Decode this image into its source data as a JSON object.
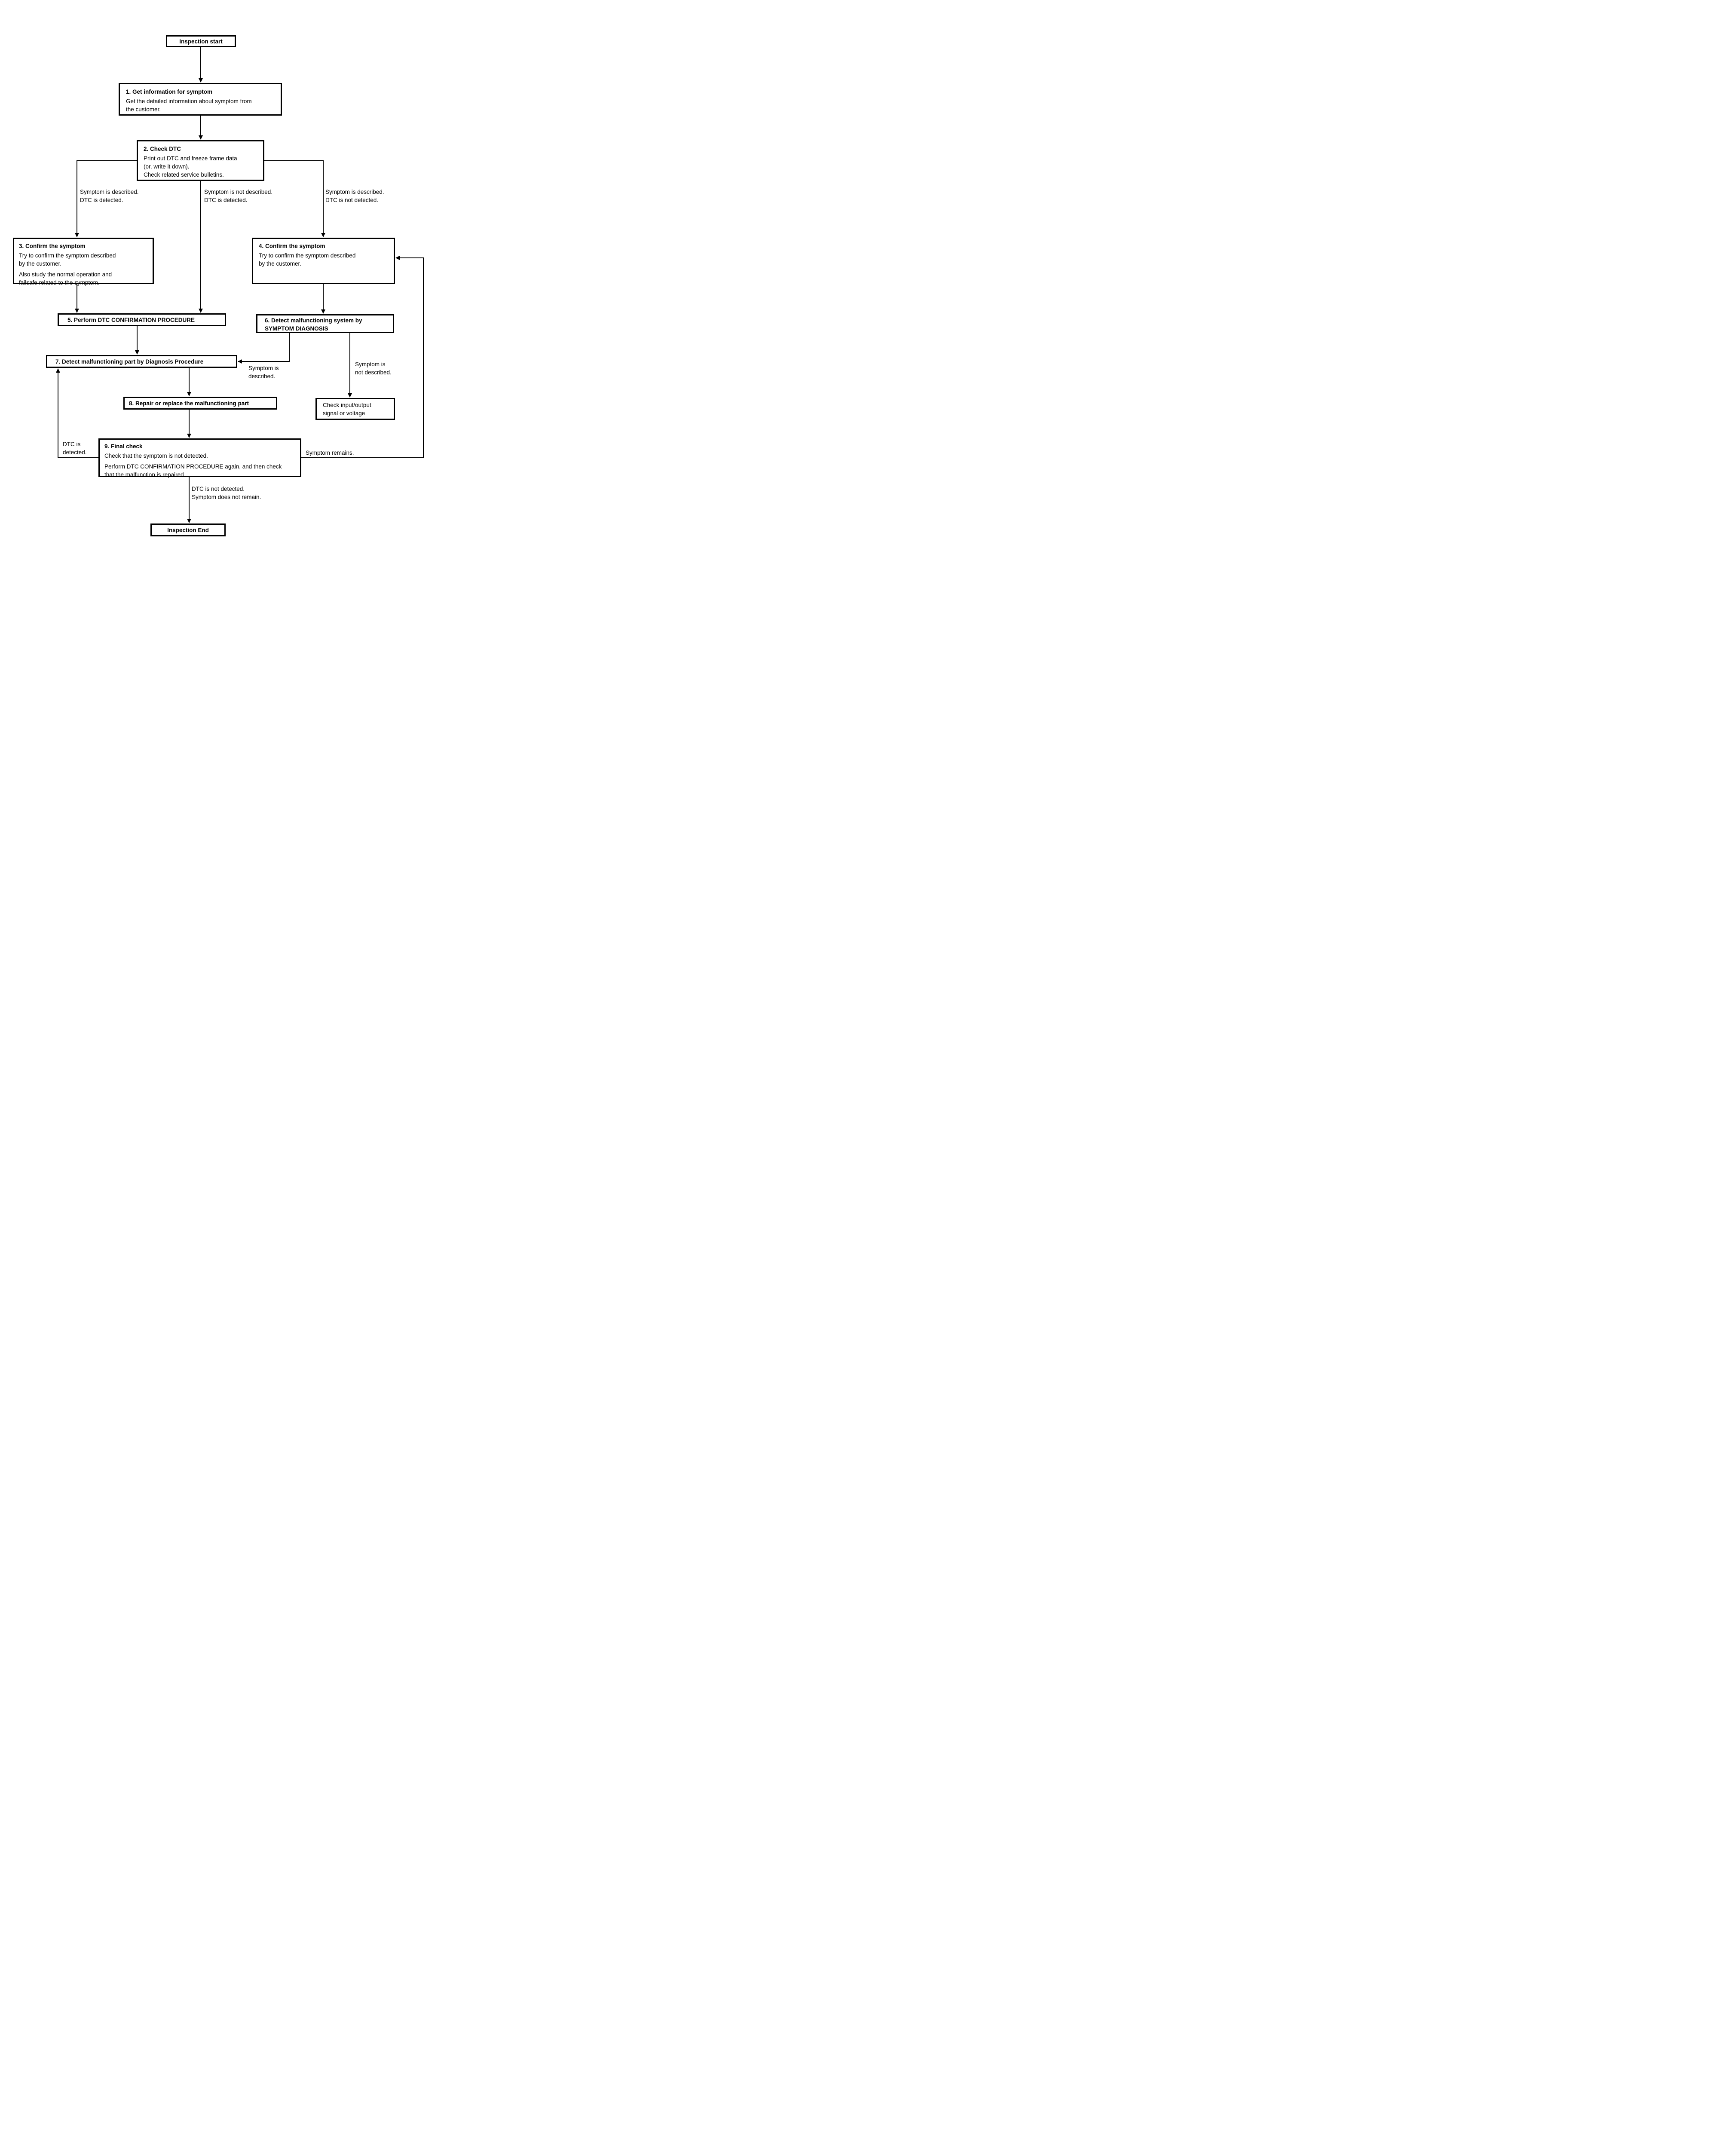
{
  "nodes": {
    "start": {
      "label": "Inspection start"
    },
    "step1": {
      "title": "1. Get information for symptom",
      "body": "Get the detailed information about symptom from\nthe customer."
    },
    "step2": {
      "title": "2. Check DTC",
      "body": "Print out DTC and freeze frame data\n(or, write it down).\nCheck related service bulletins."
    },
    "step3": {
      "title": "3. Confirm the symptom",
      "body1": "Try to confirm the symptom described\nby the customer.",
      "body2": "Also study the normal operation and\nfailsafe related to the symptom."
    },
    "step4": {
      "title": "4. Confirm the symptom",
      "body": "Try to confirm the symptom described\nby the customer."
    },
    "step5": {
      "title": "5. Perform DTC CONFIRMATION PROCEDURE"
    },
    "step6": {
      "title": "6. Detect malfunctioning system by\nSYMPTOM DIAGNOSIS"
    },
    "step7": {
      "title": "7. Detect malfunctioning part by Diagnosis Procedure"
    },
    "step8": {
      "title": "8. Repair or replace the malfunctioning part"
    },
    "step9": {
      "title": "9. Final check",
      "body1": "Check that the symptom is not detected.",
      "body2": "Perform DTC CONFIRMATION PROCEDURE again, and then check\nthat the malfunction is repaired."
    },
    "check_io": {
      "label": "Check input/output\nsignal or voltage"
    },
    "end": {
      "label": "Inspection End"
    }
  },
  "edge_labels": {
    "branch_left": "Symptom is described.\nDTC is detected.",
    "branch_middle": "Symptom is not described.\nDTC is detected.",
    "branch_right": "Symptom is described.\nDTC is not detected.",
    "symptom_described": "Symptom is\ndescribed.",
    "symptom_not_described": "Symptom is\nnot described.",
    "dtc_detected": "DTC is\ndetected.",
    "symptom_remains": "Symptom remains.",
    "dtc_not_detected": "DTC is not detected.\nSymptom does not remain."
  },
  "colors": {
    "line": "#000000",
    "background": "#ffffff",
    "text": "#000000"
  }
}
